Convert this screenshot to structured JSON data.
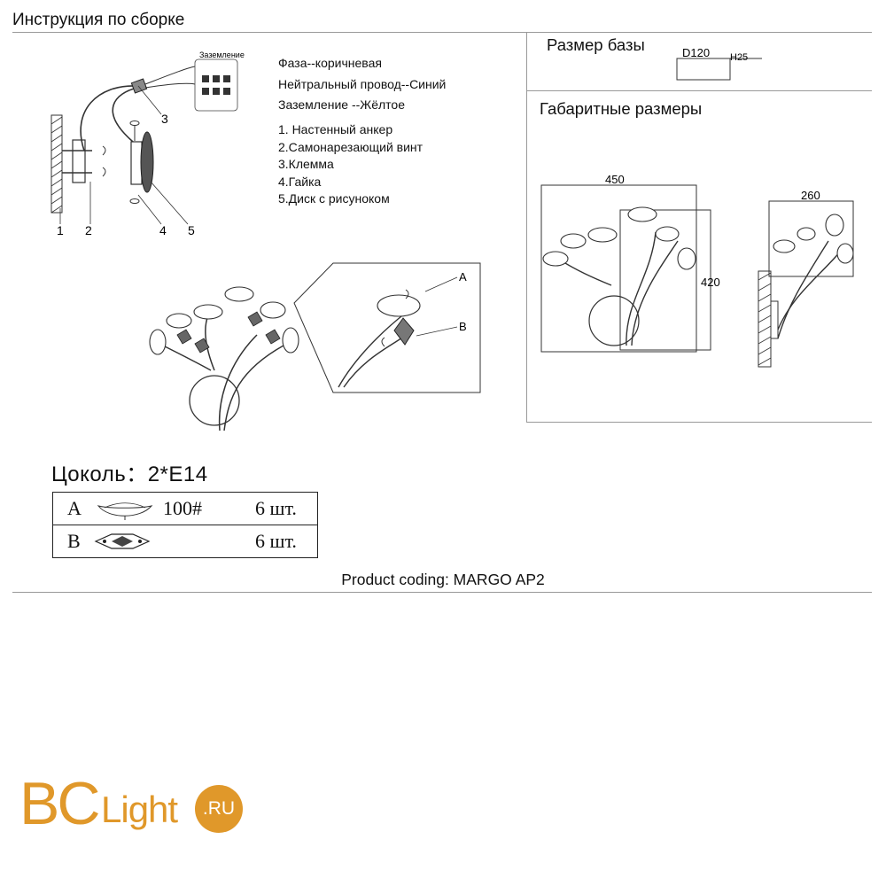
{
  "header": {
    "title": "Инструкция по сборке"
  },
  "wiring": {
    "phase": "Фаза--коричневая",
    "neutral": "Нейтральный провод--Синий",
    "ground": "Заземление --Жёлтое"
  },
  "terminal_label": "Заземление",
  "parts_list": [
    "1. Настенный анкер",
    "2.Самонарезающий винт",
    "3.Клемма",
    "4.Гайка",
    "5.Диск с рисуноком"
  ],
  "callouts": {
    "n1": "1",
    "n2": "2",
    "n3": "3",
    "n4": "4",
    "n5": "5",
    "a": "A",
    "b": "B"
  },
  "base_size": {
    "title": "Размер базы",
    "diameter": "D120",
    "height": "H25"
  },
  "dimensions": {
    "title": "Габаритные размеры",
    "width": "450",
    "height": "420",
    "depth": "260"
  },
  "socket": "Цоколь：2*E14",
  "table": [
    {
      "letter": "A",
      "code": "100#",
      "qty": "6 шт."
    },
    {
      "letter": "B",
      "code": "",
      "qty": "6 шт."
    }
  ],
  "product_coding": "Product coding: MARGO AP2",
  "logo": {
    "bc": "BC",
    "light": "Light",
    "ru": ".RU"
  },
  "colors": {
    "logo_orange": "#e0982a"
  }
}
